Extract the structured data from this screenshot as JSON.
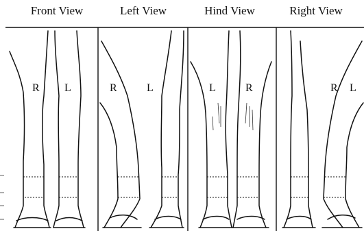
{
  "views": [
    {
      "title": "Front View",
      "left_label": "R",
      "right_label": "L"
    },
    {
      "title": "Left View",
      "left_label": "R",
      "right_label": "L"
    },
    {
      "title": "Hind View",
      "left_label": "L",
      "right_label": "R"
    },
    {
      "title": "Right View",
      "left_label": "R",
      "right_label": "L"
    }
  ]
}
